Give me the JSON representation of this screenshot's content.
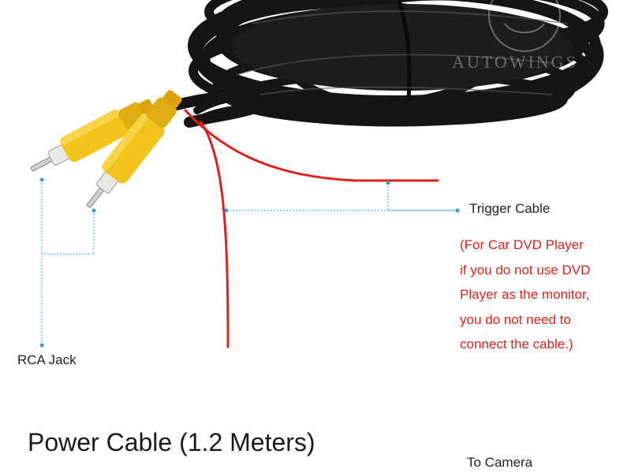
{
  "brand": {
    "watermark": "AUTOWINGS"
  },
  "labels": {
    "trigger": "Trigger Cable",
    "rca": "RCA Jack",
    "camera": "To Camera",
    "power": "Power Cable (1.2 Meters)"
  },
  "note": {
    "lines": [
      "(For Car DVD Player",
      "if you do not use DVD",
      "Player as the monitor,",
      "you do not need to",
      "connect the cable.)"
    ]
  },
  "colors": {
    "cable": "#151515",
    "rca_plug": "#f2c41a",
    "trigger_wire": "#e0201a",
    "leader_line": "#2f9fd8",
    "note_text": "#e0201a"
  }
}
